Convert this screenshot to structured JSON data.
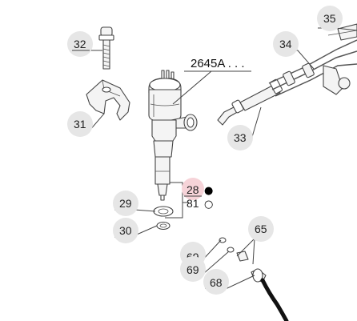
{
  "reference_label": "2645A . . .",
  "callouts": [
    {
      "id": "c32",
      "label": "32"
    },
    {
      "id": "c31",
      "label": "31"
    },
    {
      "id": "c35",
      "label": "35"
    },
    {
      "id": "c34",
      "label": "34"
    },
    {
      "id": "c33",
      "label": "33"
    },
    {
      "id": "c28",
      "label": "28"
    },
    {
      "id": "c81",
      "label": "81"
    },
    {
      "id": "c29",
      "label": "29"
    },
    {
      "id": "c30",
      "label": "30"
    },
    {
      "id": "c65",
      "label": "65"
    },
    {
      "id": "c69a",
      "label": "69"
    },
    {
      "id": "c69b",
      "label": "69"
    },
    {
      "id": "c68",
      "label": "68"
    }
  ],
  "markers": {
    "filled": "●",
    "open": "○"
  }
}
